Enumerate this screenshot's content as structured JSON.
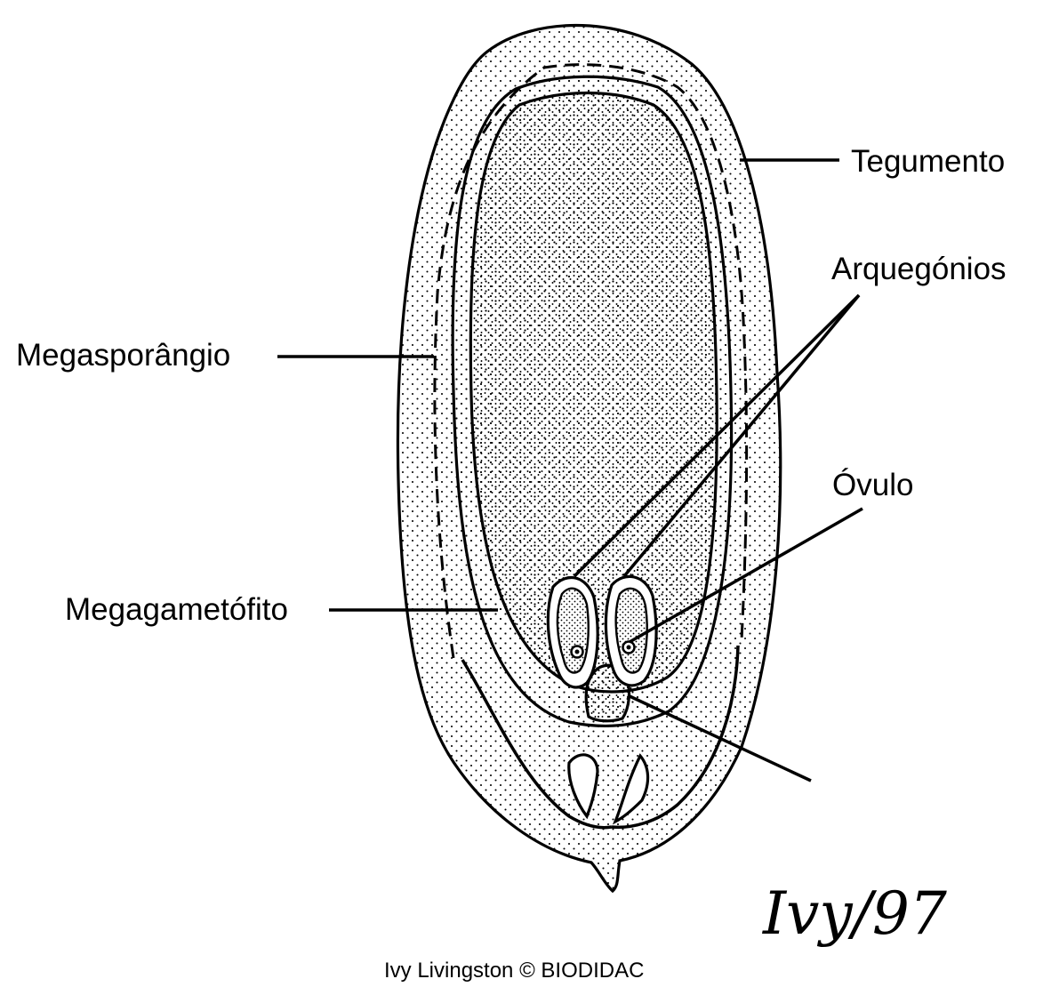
{
  "labels": {
    "tegumento": "Tegumento",
    "arquegonios": "Arquegónios",
    "megasporangio": "Megasporângio",
    "ovulo": "Óvulo",
    "megagametofito": "Megagametófito"
  },
  "signature": "Ivy/97",
  "credit": "Ivy Livingston © BIODIDAC",
  "colors": {
    "ink": "#000000",
    "background": "#ffffff"
  }
}
